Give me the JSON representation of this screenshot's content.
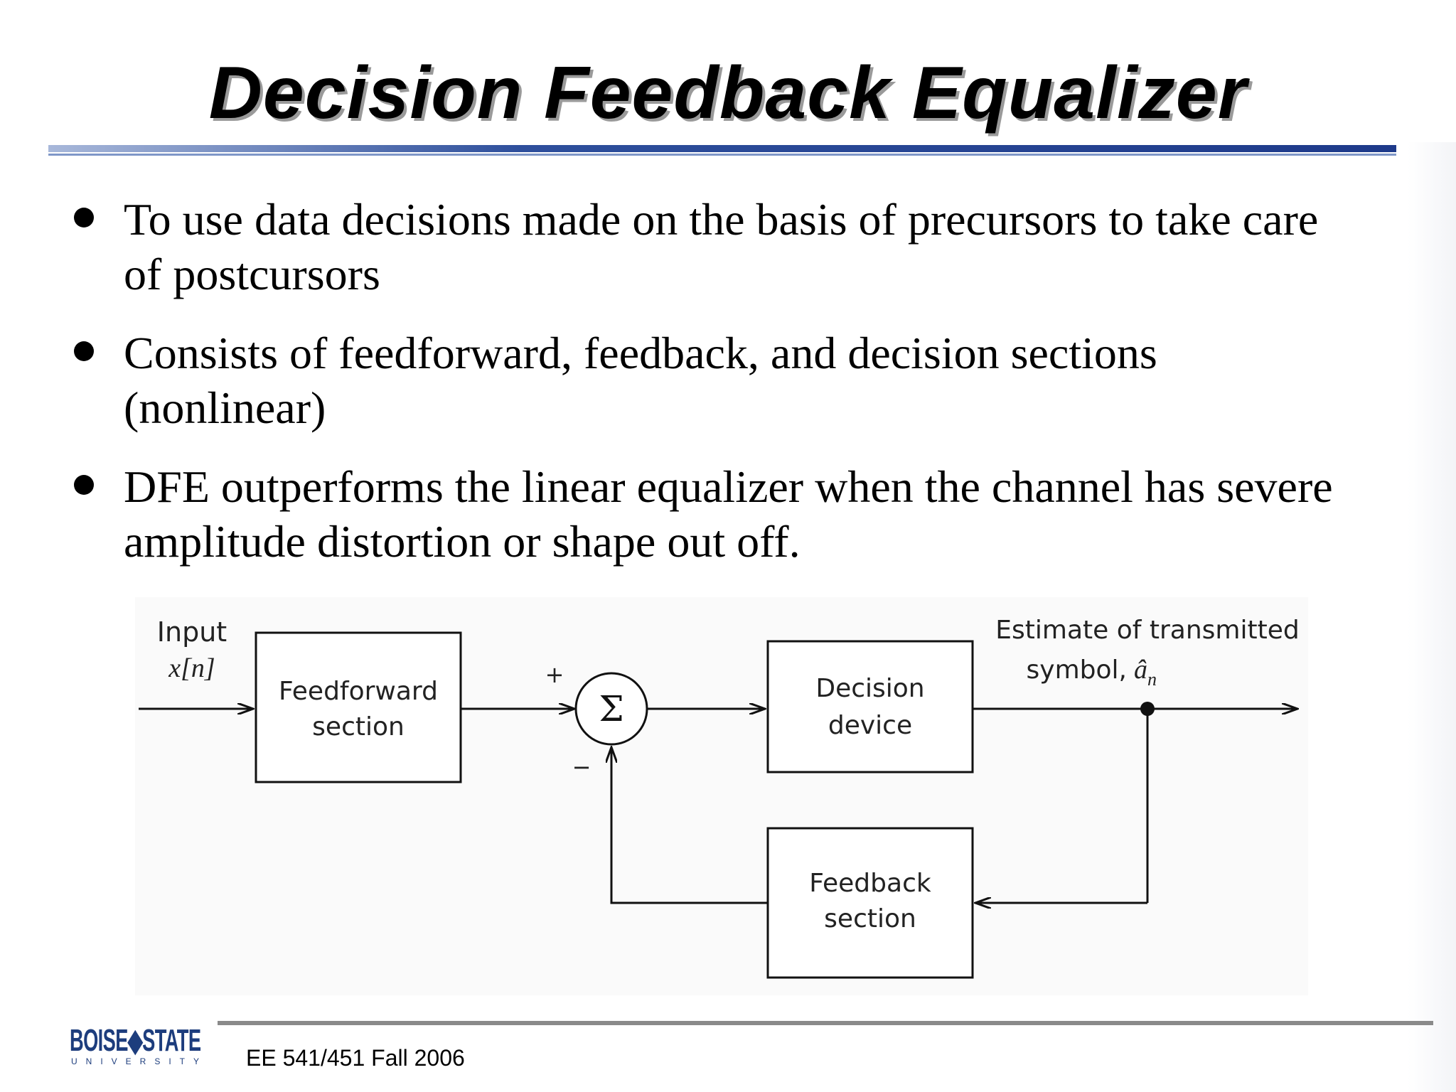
{
  "slide": {
    "title": "Decision Feedback Equalizer",
    "accent_color": "#2e4f9c",
    "bullets": [
      "To use data decisions made on the basis of precursors to take care of postcursors",
      "Consists of feedforward, feedback, and decision sections (nonlinear)",
      "DFE outperforms the linear equalizer when the channel has severe amplitude distortion or shape out off."
    ]
  },
  "diagram": {
    "input_label": "Input",
    "input_signal": "x[n]",
    "feedforward_line1": "Feedforward",
    "feedforward_line2": "section",
    "summer_symbol": "Σ",
    "plus_sign": "+",
    "minus_sign": "−",
    "decision_line1": "Decision",
    "decision_line2": "device",
    "feedback_line1": "Feedback",
    "feedback_line2": "section",
    "output_line1": "Estimate of transmitted",
    "output_line2": "symbol,",
    "output_symbol": "â",
    "output_subscript": "n"
  },
  "footer": {
    "course": "EE 541/451 Fall 2006",
    "logo_top": "BOISE◆STATE",
    "logo_bottom": "UNIVERSITY"
  }
}
